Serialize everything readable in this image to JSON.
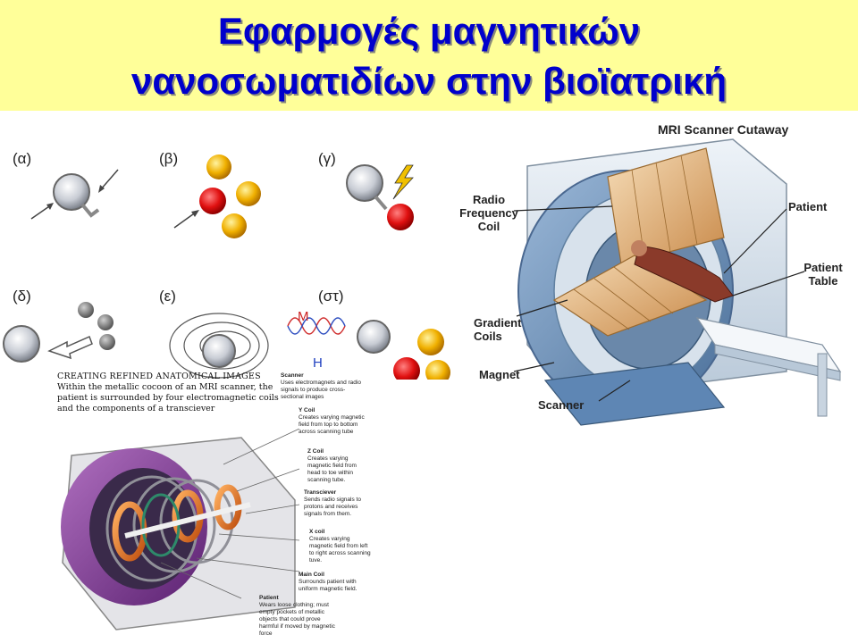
{
  "title": {
    "line1": "Εφαρμογές μαγνητικών",
    "line2": "νανοσωματιδίων στην βιοϊατρική"
  },
  "panels": {
    "a": "(α)",
    "b": "(β)",
    "c": "(γ)",
    "d": "(δ)",
    "e": "(ε)",
    "f": "(στ)",
    "m": "M",
    "h": "H"
  },
  "mri_cutaway": {
    "title": "MRI Scanner Cutaway",
    "rf_coil": "Radio Frequency Coil",
    "patient": "Patient",
    "patient_table": "Patient Table",
    "gradient_coils": "Gradient Coils",
    "magnet": "Magnet",
    "scanner": "Scanner"
  },
  "anatomy": {
    "heading": "CREATING REFINED ANATOMICAL IMAGES",
    "intro": "Within the metallic cocoon of an MRI scanner, the patient is surrounded by four electromagnetic coils and the components of a transciever",
    "scanner_title": "Scanner",
    "scanner_text": "Uses electromagnets and radio signals to produce cross-sectional images",
    "ycoil_title": "Y Coil",
    "ycoil_text": "Creates varying magnetic field from top to bottom across scanning tube",
    "zcoil_title": "Z Coil",
    "zcoil_text": "Creates varying magnetic field from head to toe within scanning tube.",
    "trans_title": "Transciever",
    "trans_text": "Sends radio signals to protons and receives signals from them.",
    "xcoil_title": "X coil",
    "xcoil_text": "Creates varying magnetic field from left to right across scanning tuve.",
    "main_title": "Main Coil",
    "main_text": "Surrounds patient with uniform magnetic field.",
    "patient_title": "Patient",
    "patient_text": "Wears loose clothing; must empty pockets of metallic objects that could prove harmful if moved by magnetic force"
  }
}
